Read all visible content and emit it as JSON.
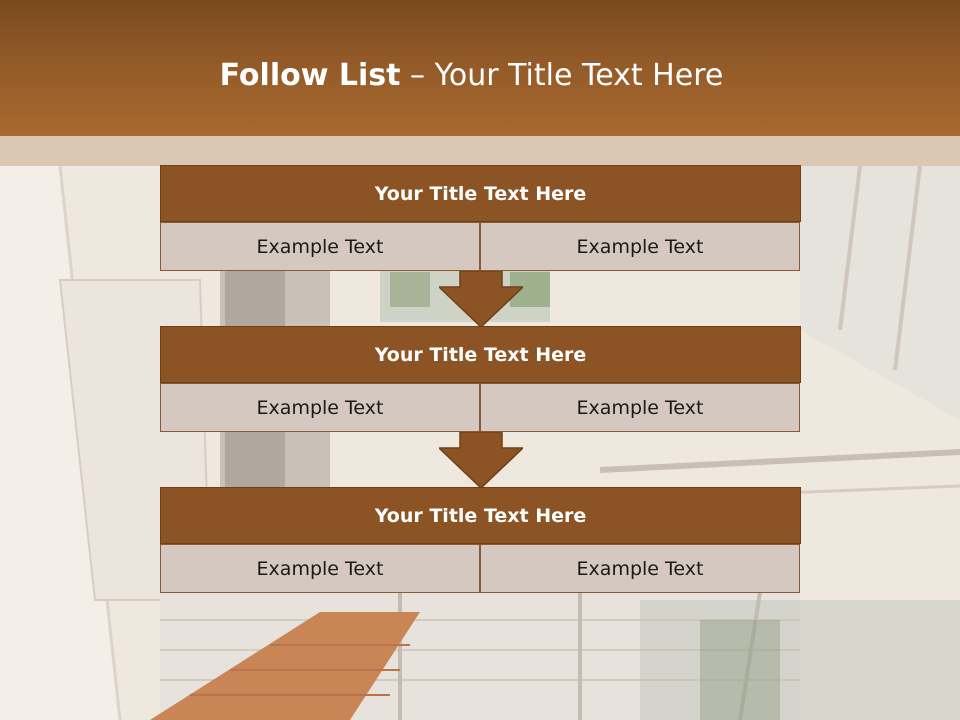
{
  "slide": {
    "title_bold": "Follow List",
    "title_rest": "– Your Title Text Here"
  },
  "steps": [
    {
      "title": "Your Title Text Here",
      "left": "Example Text",
      "right": "Example Text"
    },
    {
      "title": "Your Title Text Here",
      "left": "Example Text",
      "right": "Example Text"
    },
    {
      "title": "Your Title Text Here",
      "left": "Example Text",
      "right": "Example Text"
    }
  ],
  "colors": {
    "header": "#925a28",
    "block_head": "#8c5424",
    "cell_bg": "#d5c8c0",
    "arrow": "#8c5424"
  }
}
